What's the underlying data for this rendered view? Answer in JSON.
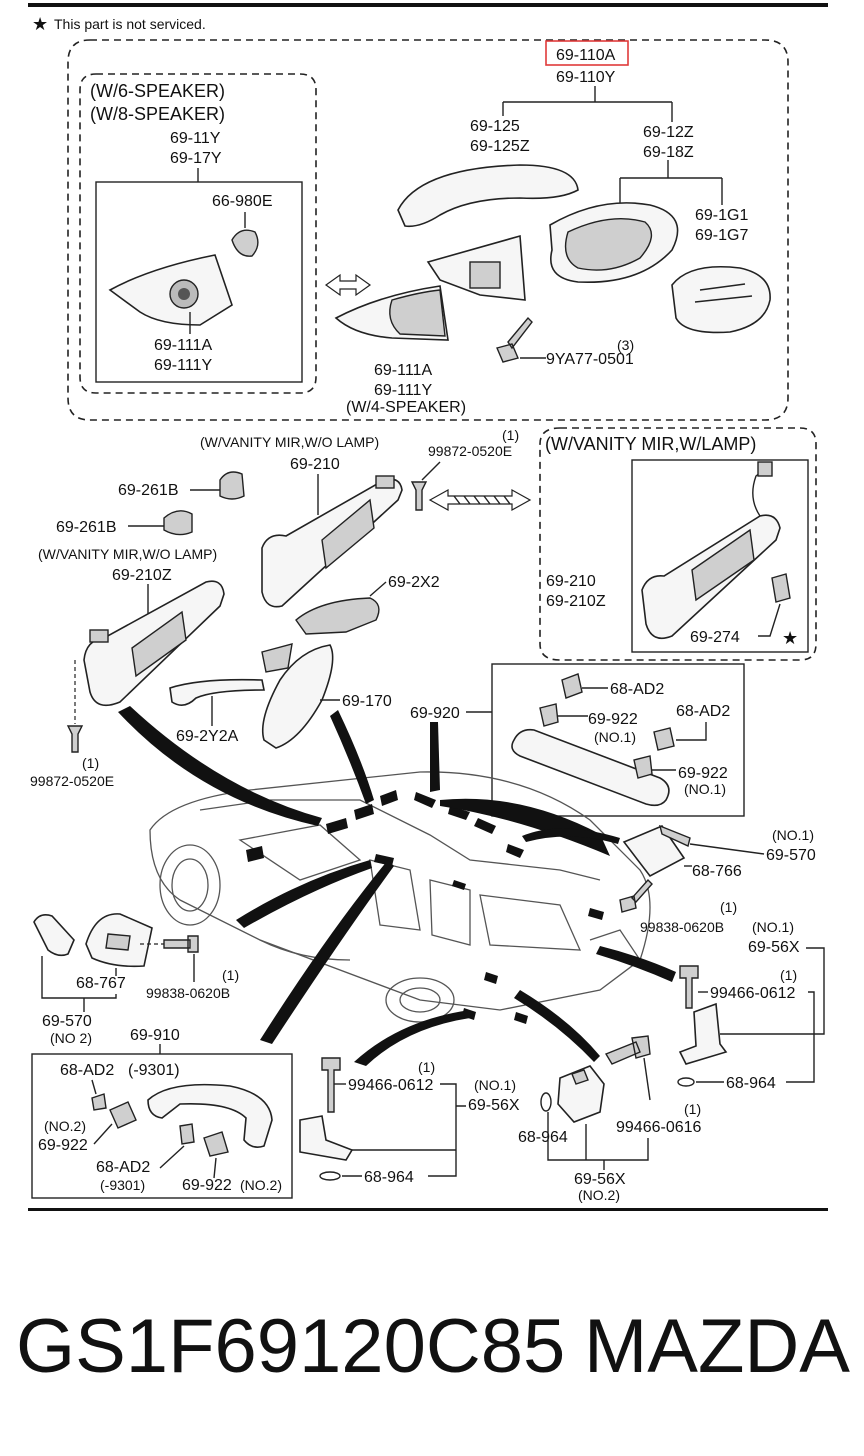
{
  "header": {
    "note_star": "★",
    "note_text": "This part is not serviced."
  },
  "mirror_group": {
    "highlight_part": "69-110A",
    "part_alt": "69-110Y",
    "upper_left": [
      "69-125",
      "69-125Z"
    ],
    "upper_right": [
      "69-12Z",
      "69-18Z"
    ],
    "glass": [
      "69-1G1",
      "69-1G7"
    ],
    "bolt_part": "9YA77-0501",
    "bolt_qty": "(3)",
    "cover_4spk": [
      "69-111A",
      "69-111Y",
      "(W/4-SPEAKER)"
    ],
    "speaker_box": {
      "title1": "(W/6-SPEAKER)",
      "title2": "(W/8-SPEAKER)",
      "part1": "69-11Y",
      "part2": "69-17Y",
      "tweeter": "66-980E",
      "cover1": "69-111A",
      "cover2": "69-111Y"
    }
  },
  "visor_group": {
    "title_nolamp_1": "(W/VANITY MIR,W/O LAMP)",
    "visor_1": "69-210",
    "screw_1": "99872-0520E",
    "screw_1_qty": "(1)",
    "holder_1": "69-261B",
    "holder_2": "69-261B",
    "title_nolamp_2": "(W/VANITY MIR,W/O LAMP)",
    "visor_2": "69-210Z",
    "cover": "69-2X2",
    "rear_mirror": "69-170",
    "grip": "69-2Y2A",
    "screw_2": "99872-0520E",
    "screw_2_qty": "(1)",
    "lamp_box": {
      "title": "(W/VANITY MIR,W/LAMP)",
      "part1": "69-210",
      "part2": "69-210Z",
      "bulb": "69-274",
      "star": "★"
    }
  },
  "console_group": {
    "console": "69-920",
    "clip_a": "68-AD2",
    "clip_b": "68-AD2",
    "clip_c": "69-922",
    "clip_c_note": "(NO.1)",
    "clip_d": "69-922",
    "clip_d_note": "(NO.1)"
  },
  "rear_right": {
    "hook_qty": "(NO.1)",
    "hook": "69-570",
    "hook_part": "68-766",
    "screw_qty": "(1)",
    "screw": "99838-0620B"
  },
  "left_side": {
    "hook_part": "68-767",
    "screw_qty": "(1)",
    "screw": "99838-0620B",
    "hook": "69-570",
    "hook_note": "(NO 2)"
  },
  "grip_box": {
    "title": "69-910",
    "clip_top": "68-AD2",
    "clip_top_note": "(-9301)",
    "left_note": "(NO.2)",
    "left_part": "69-922",
    "mid_clip": "68-AD2",
    "mid_note": "(-9301)",
    "right_part": "69-922",
    "right_note": "(NO.2)"
  },
  "bracket_center": {
    "bolt_qty": "(1)",
    "bolt": "99466-0612",
    "bracket_note": "(NO.1)",
    "bracket": "69-56X",
    "washer": "68-964"
  },
  "bracket_lower": {
    "washer": "68-964",
    "bolt_qty": "(1)",
    "bolt": "99466-0616",
    "bracket": "69-56X",
    "bracket_note": "(NO.2)"
  },
  "bracket_right": {
    "bracket_note": "(NO.1)",
    "bracket": "69-56X",
    "bolt_qty": "(1)",
    "bolt": "99466-0612",
    "washer": "68-964"
  },
  "footer": {
    "part_number": "GS1F69120C85",
    "brand": "MAZDA"
  }
}
